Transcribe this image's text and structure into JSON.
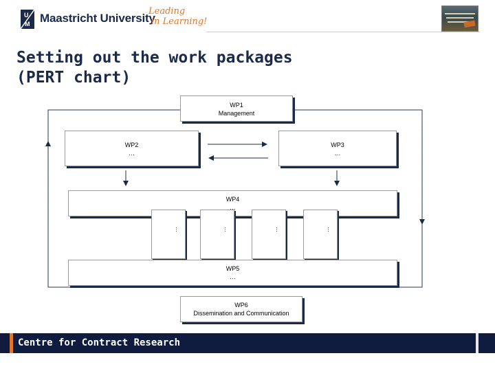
{
  "header": {
    "logo_name": "Maastricht University",
    "tagline_line1": "Leading",
    "tagline_line2": "in Learning!"
  },
  "slide": {
    "title_line1": "Setting out the work packages",
    "title_line2": "(PERT chart)"
  },
  "diagram": {
    "wp1": {
      "name": "WP1",
      "desc": "Management"
    },
    "wp2": {
      "name": "WP2",
      "desc": "…"
    },
    "wp3": {
      "name": "WP3",
      "desc": "…"
    },
    "wp4": {
      "name": "WP4",
      "desc": "…"
    },
    "sub_items": [
      "…",
      "…",
      "…",
      "…"
    ],
    "wp5": {
      "name": "WP5",
      "desc": "…"
    },
    "wp6": {
      "name": "WP6",
      "desc": "Dissemination and Communication"
    }
  },
  "footer": {
    "text": "Centre for Contract Research"
  },
  "colors": {
    "navy": "#0f1c3f",
    "orange": "#e2762a",
    "shadow": "#1c2a4a"
  }
}
